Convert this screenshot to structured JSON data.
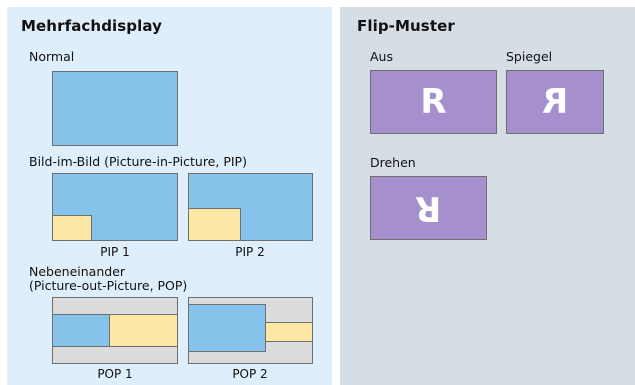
{
  "left_panel": {
    "title": "Mehrfachdisplay",
    "normal_label": "Normal",
    "pip_label": "Bild-im-Bild (Picture-in-Picture, PIP)",
    "pip1_caption": "PIP 1",
    "pip2_caption": "PIP 2",
    "pop_label_line1": "Nebeneinander",
    "pop_label_line2": "(Picture-out-Picture, POP)",
    "pop1_caption": "POP 1",
    "pop2_caption": "POP 2"
  },
  "right_panel": {
    "title": "Flip-Muster",
    "off_label": "Aus",
    "mirror_label": "Spiegel",
    "rotate_label": "Drehen",
    "glyph": "R"
  },
  "colors": {
    "main_screen": "#86c3ea",
    "sub_screen": "#fde7a4",
    "pop_frame": "#dcdcdc",
    "flip_box": "#a68fcd",
    "left_bg": "#dfeefb",
    "right_bg": "#d5dde5"
  }
}
